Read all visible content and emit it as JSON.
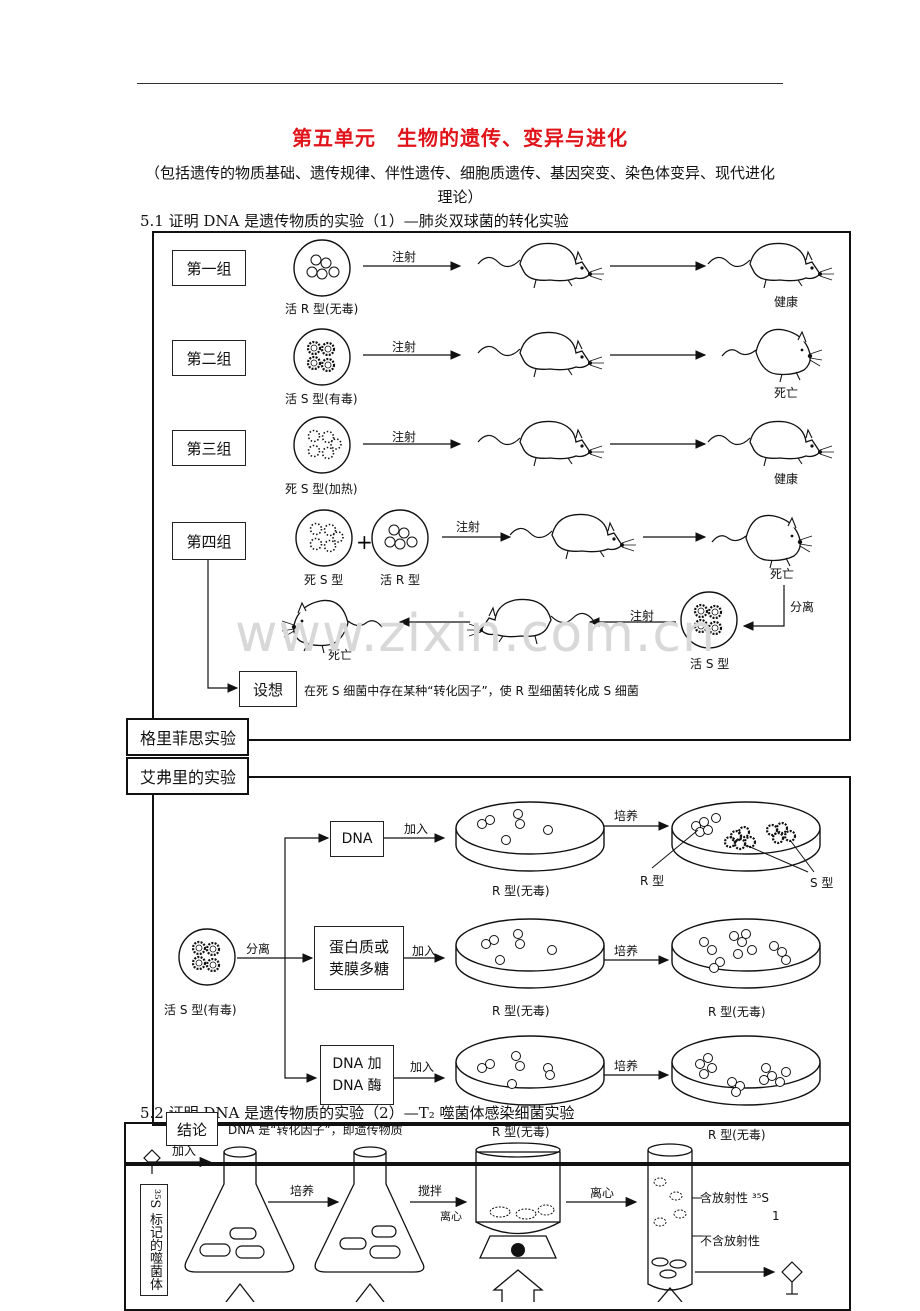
{
  "header": {
    "title": "第五单元　生物的遗传、变异与进化",
    "subtitle": "（包括遗传的物质基础、遗传规律、伴性遗传、细胞质遗传、基因突变、染色体变异、现代进化理论）"
  },
  "section_1": {
    "heading": "5.1 证明 DNA 是遗传物质的实验（1）—肺炎双球菌的转化实验",
    "groups": [
      {
        "label": "第一组",
        "bacteria": "活 R 型(无毒)",
        "action": "注射",
        "result": "健康"
      },
      {
        "label": "第二组",
        "bacteria": "活 S 型(有毒)",
        "action": "注射",
        "result": "死亡"
      },
      {
        "label": "第三组",
        "bacteria": "死 S 型(加热)",
        "action": "注射",
        "result": "健康"
      },
      {
        "label": "第四组",
        "bacteria_a": "死 S 型",
        "bacteria_b": "活 R 型",
        "action": "注射",
        "result": "死亡"
      }
    ],
    "group4_return": {
      "separate": "分离",
      "recovered": "活 S 型",
      "inject": "注射",
      "result": "死亡"
    },
    "hypothesis": {
      "label": "设想",
      "text": "在死 S 细菌中存在某种“转化因子”，使 R 型细菌转化成 S 细菌"
    },
    "experiment_tab": "格里菲思实验"
  },
  "avery": {
    "tab": "艾弗里的实验",
    "source": "活 S 型(有毒)",
    "separate": "分离",
    "rows": [
      {
        "component": "DNA",
        "add": "加入",
        "plate": "R 型(无毒)",
        "culture": "培养",
        "result_r": "R 型",
        "result_s": "S 型"
      },
      {
        "component": "蛋白质或荚膜多糖",
        "component_line1": "蛋白质或",
        "component_line2": "荚膜多糖",
        "add": "加入",
        "plate": "R 型(无毒)",
        "culture": "培养",
        "result": "R 型(无毒)"
      },
      {
        "component": "DNA 加 DNA 酶",
        "component_line1": "DNA 加",
        "component_line2": "DNA 酶",
        "add": "加入",
        "plate": "R 型(无毒)",
        "culture": "培养",
        "result": "R 型(无毒)"
      }
    ],
    "conclusion_label": "结论",
    "conclusion_text": "DNA 是“转化因子”，即遗传物质"
  },
  "section_2": {
    "heading": "5.2 证明 DNA 是遗传物质的实验（2）—T₂ 噬菌体感染细菌实验",
    "side_label": "³⁵S 标记的噬菌体",
    "add": "加入",
    "culture": "培养",
    "stir": "搅拌",
    "centrifuge": "离心",
    "centrifuge_small": "离心",
    "radioactive": "含放射性 ³⁵S",
    "page_number": "1",
    "non_radioactive": "不含放射性"
  },
  "watermark": "www.zixin.com.cn"
}
